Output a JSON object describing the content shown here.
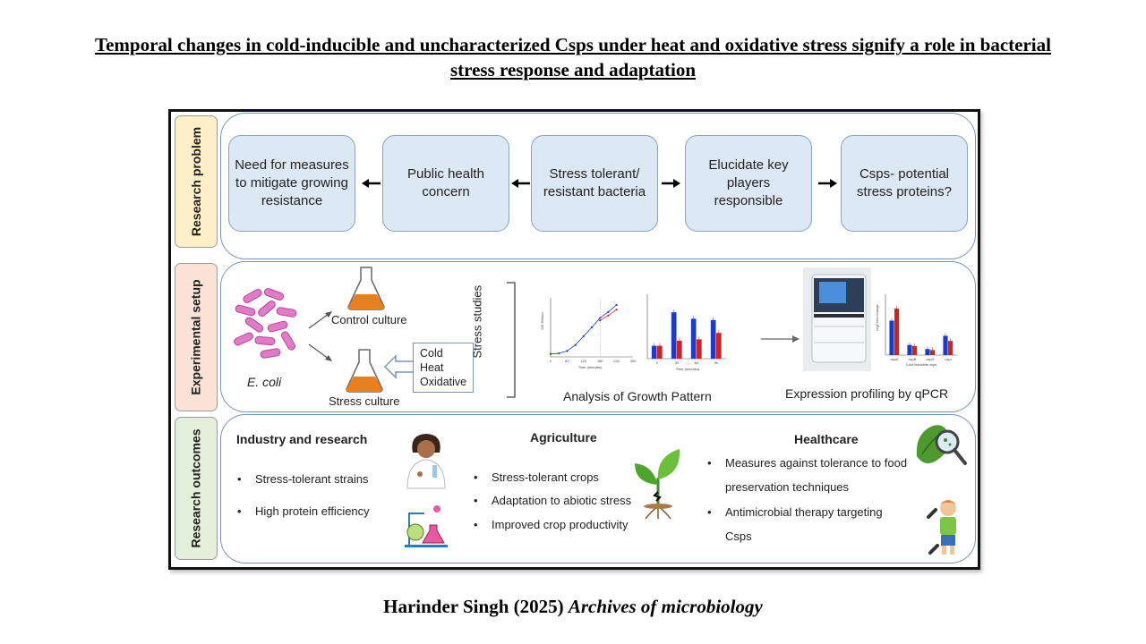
{
  "title": {
    "line1": "Temporal changes in cold-inducible and uncharacterized Csps under heat and oxidative stress signify a role in bacterial",
    "line2": "stress response and adaptation"
  },
  "citation": {
    "author": "Harinder Singh (2025)",
    "journal": "Archives of microbiology"
  },
  "sections": {
    "problem": {
      "label": "Research problem",
      "color": "#fdf0c8",
      "boxes": [
        "Need for measures to mitigate growing resistance",
        "Public health concern",
        "Stress tolerant/ resistant bacteria",
        "Elucidate key players responsible",
        "Csps- potential stress proteins?"
      ]
    },
    "experimental": {
      "label": "Experimental setup",
      "color": "#fbe2d6",
      "organism": "E. coli",
      "control": "Control culture",
      "stress": "Stress culture",
      "stressors": [
        "Cold",
        "Heat",
        "Oxidative"
      ],
      "stress_studies": "Stress studies",
      "growth_caption": "Analysis of Growth Pattern",
      "qpcr_caption": "Expression profiling by qPCR",
      "growth_ylabel": "OD 600nm",
      "growth_xlabel": "Time (minutes)",
      "growth_xticks": [
        "0",
        "60",
        "120",
        "180",
        "240",
        "300"
      ],
      "bar_xlabel": "Time (minutes)",
      "bar_xticks": [
        "0",
        "30",
        "60",
        "90"
      ],
      "qpcr_ylabel": "log2 fold change",
      "qpcr_xlabel": "Cold inducible csps",
      "qpcr_xticks": [
        "cspA",
        "cspB",
        "cspG",
        "cspI"
      ]
    },
    "outcomes": {
      "label": "Research outcomes",
      "color": "#e3efda",
      "industry": {
        "heading": "Industry and research",
        "items": [
          "Stress-tolerant strains",
          "High protein efficiency"
        ]
      },
      "agriculture": {
        "heading": "Agriculture",
        "items": [
          "Stress-tolerant crops",
          "Adaptation to abiotic stress",
          "Improved crop productivity"
        ]
      },
      "healthcare": {
        "heading": "Healthcare",
        "items": [
          "Measures against tolerance to food",
          "preservation techniques",
          "Antimicrobial therapy targeting",
          "Csps"
        ]
      }
    }
  },
  "chart_data": [
    {
      "type": "line",
      "xlabel": "Time (minutes)",
      "ylabel": "OD 600nm",
      "xlim": [
        0,
        300
      ],
      "ylim": [
        0,
        1.0
      ],
      "series": [
        {
          "color": "#1a3cc8",
          "x": [
            0,
            30,
            60,
            90,
            120,
            150,
            180,
            210,
            240
          ],
          "y": [
            0.05,
            0.06,
            0.1,
            0.2,
            0.35,
            0.5,
            0.66,
            0.76,
            0.88
          ]
        },
        {
          "color": "#d62020",
          "x": [
            180,
            210,
            240
          ],
          "y": [
            0.62,
            0.7,
            0.8
          ]
        }
      ]
    },
    {
      "type": "bar",
      "xlabel": "Time (minutes)",
      "categories": [
        "0",
        "30",
        "60",
        "90"
      ],
      "ylim": [
        0,
        5
      ],
      "series": [
        {
          "color": "#1a3cc8",
          "values": [
            1.0,
            3.6,
            3.1,
            3.0
          ]
        },
        {
          "color": "#d62020",
          "values": [
            1.0,
            1.4,
            1.5,
            2.0
          ]
        }
      ]
    },
    {
      "type": "bar",
      "xlabel": "Cold inducible csps",
      "ylabel": "log2 fold change",
      "categories": [
        "cspA",
        "cspB",
        "cspG",
        "cspI"
      ],
      "ylim": [
        0,
        6
      ],
      "series": [
        {
          "color": "#1a3cc8",
          "values": [
            3.4,
            1.0,
            0.6,
            1.9
          ]
        },
        {
          "color": "#d62020",
          "values": [
            4.6,
            0.9,
            0.5,
            1.4
          ]
        }
      ]
    }
  ]
}
